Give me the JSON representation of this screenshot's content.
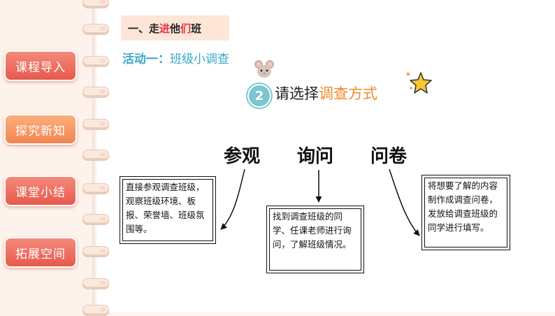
{
  "sidebar": {
    "items": [
      "课程导入",
      "探究新知",
      "课堂小结",
      "拓展空间"
    ]
  },
  "section": {
    "title_part1": "一、走",
    "title_hl": "进",
    "title_part2": "他",
    "title_hl2": "们",
    "title_part3": "班"
  },
  "activity": {
    "label": "活动一：",
    "text": "班级小调查"
  },
  "step": {
    "number": "2",
    "text_plain": "请选择",
    "text_hl": "调查方式"
  },
  "methods": [
    {
      "name": "参观",
      "desc": "直接参观调查班级，观察班级环境、板报、荣誉墙、班级氛围等。"
    },
    {
      "name": "询问",
      "desc": "找到调查班级的同学、任课老师进行询问，了解班级情况。"
    },
    {
      "name": "问卷",
      "desc": "将想要了解的内容制作成调查问卷，发放给调查班级的同学进行填写。"
    }
  ],
  "colors": {
    "accent": "#e65a4d",
    "activity": "#3aa7c9",
    "highlight": "#f08a2a"
  }
}
